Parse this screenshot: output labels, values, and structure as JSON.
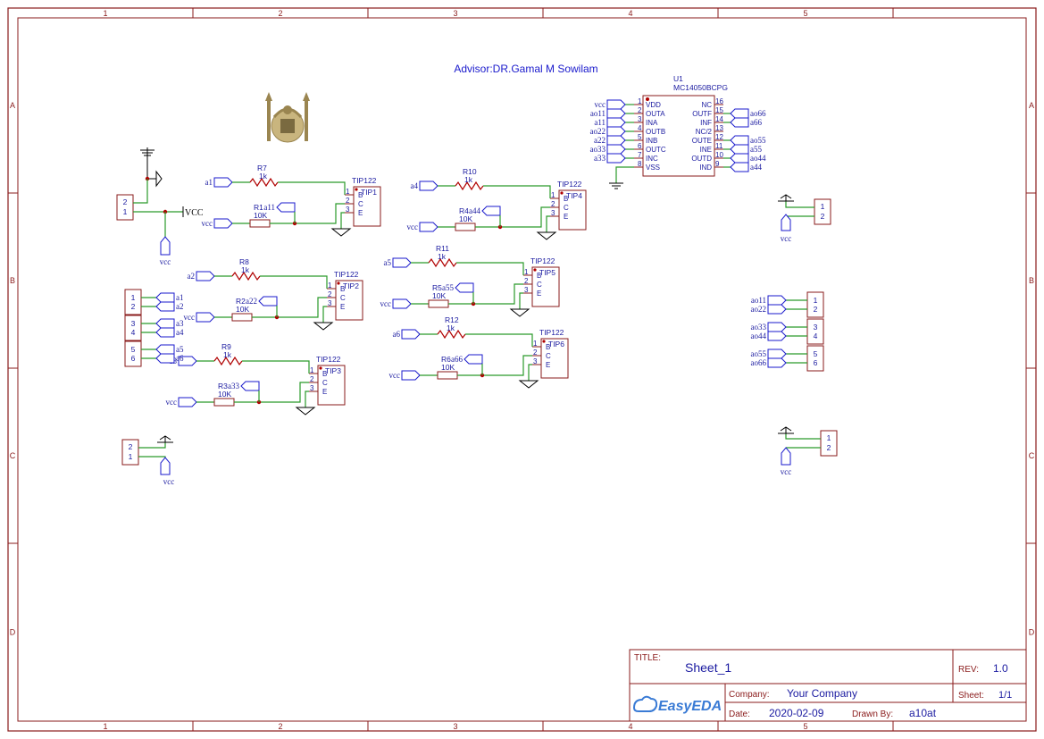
{
  "advisor": "Advisor:DR.Gamal M Sowilam",
  "zones": {
    "columns": [
      "1",
      "2",
      "3",
      "4",
      "5"
    ],
    "rows": [
      "A",
      "B",
      "C",
      "D"
    ]
  },
  "title_block": {
    "title_label": "TITLE:",
    "title_value": "Sheet_1",
    "rev_label": "REV:",
    "rev_value": "1.0",
    "company_label": "Company:",
    "company_value": "Your Company",
    "sheet_label": "Sheet:",
    "sheet_value": "1/1",
    "date_label": "Date:",
    "date_value": "2020-02-09",
    "drawn_label": "Drawn By:",
    "drawn_value": "a10at",
    "brand": "EasyEDA"
  },
  "ic": {
    "ref": "U1",
    "value": "MC14050BCPG",
    "left_pins": [
      {
        "num": "1",
        "name": "VDD",
        "net": "vcc"
      },
      {
        "num": "2",
        "name": "OUTA",
        "net": "ao11"
      },
      {
        "num": "3",
        "name": "INA",
        "net": "a11"
      },
      {
        "num": "4",
        "name": "OUTB",
        "net": "ao22"
      },
      {
        "num": "5",
        "name": "INB",
        "net": "a22"
      },
      {
        "num": "6",
        "name": "OUTC",
        "net": "ao33"
      },
      {
        "num": "7",
        "name": "INC",
        "net": "a33"
      },
      {
        "num": "8",
        "name": "VSS",
        "net": ""
      }
    ],
    "right_pins": [
      {
        "num": "16",
        "name": "NC",
        "net": ""
      },
      {
        "num": "15",
        "name": "OUTF",
        "net": "ao66"
      },
      {
        "num": "14",
        "name": "INF",
        "net": "a66"
      },
      {
        "num": "13",
        "name": "NC/2",
        "net": ""
      },
      {
        "num": "12",
        "name": "OUTE",
        "net": "ao55"
      },
      {
        "num": "11",
        "name": "INE",
        "net": "a55"
      },
      {
        "num": "10",
        "name": "OUTD",
        "net": "ao44"
      },
      {
        "num": "9",
        "name": "IND",
        "net": "a44"
      }
    ]
  },
  "transistors": [
    {
      "ref": "TIP122",
      "name": "TIP1",
      "pins": [
        "B",
        "C",
        "E"
      ],
      "r_base": {
        "ref": "R7",
        "val": "1k"
      },
      "r_pull": {
        "ref": "R1",
        "val": "10K"
      },
      "in_net": "a1",
      "ctrl_net": "a11",
      "vcc": "vcc"
    },
    {
      "ref": "TIP122",
      "name": "TIP2",
      "pins": [
        "B",
        "C",
        "E"
      ],
      "r_base": {
        "ref": "R8",
        "val": "1k"
      },
      "r_pull": {
        "ref": "R2",
        "val": "10K"
      },
      "in_net": "a2",
      "ctrl_net": "a22",
      "vcc": "vcc"
    },
    {
      "ref": "TIP122",
      "name": "TIP3",
      "pins": [
        "B",
        "C",
        "E"
      ],
      "r_base": {
        "ref": "R9",
        "val": "1k"
      },
      "r_pull": {
        "ref": "R3",
        "val": "10K"
      },
      "in_net": "a3",
      "ctrl_net": "a33",
      "vcc": "vcc"
    },
    {
      "ref": "TIP122",
      "name": "TIP4",
      "pins": [
        "B",
        "C",
        "E"
      ],
      "r_base": {
        "ref": "R10",
        "val": "1k"
      },
      "r_pull": {
        "ref": "R4",
        "val": "10K"
      },
      "in_net": "a4",
      "ctrl_net": "a44",
      "vcc": "vcc"
    },
    {
      "ref": "TIP122",
      "name": "TIP5",
      "pins": [
        "B",
        "C",
        "E"
      ],
      "r_base": {
        "ref": "R11",
        "val": "1k"
      },
      "r_pull": {
        "ref": "R5",
        "val": "10K"
      },
      "in_net": "a5",
      "ctrl_net": "a55",
      "vcc": "vcc"
    },
    {
      "ref": "TIP122",
      "name": "TIP6",
      "pins": [
        "B",
        "C",
        "E"
      ],
      "r_base": {
        "ref": "R12",
        "val": "1k"
      },
      "r_pull": {
        "ref": "R6",
        "val": "10K"
      },
      "in_net": "a6",
      "ctrl_net": "a66",
      "vcc": "vcc"
    }
  ],
  "power_connector": {
    "pins": [
      "2",
      "1"
    ],
    "label": "VCC"
  },
  "connectors_left": [
    {
      "pins": [
        "1",
        "2"
      ],
      "nets": [
        "a1",
        "a2"
      ]
    },
    {
      "pins": [
        "3",
        "4"
      ],
      "nets": [
        "a3",
        "a4"
      ]
    },
    {
      "pins": [
        "5",
        "6"
      ],
      "nets": [
        "a5",
        "a6"
      ]
    }
  ],
  "connectors_right": [
    {
      "pins": [
        "1",
        "2"
      ],
      "nets": [
        "ao11",
        "ao22"
      ]
    },
    {
      "pins": [
        "3",
        "4"
      ],
      "nets": [
        "ao33",
        "ao44"
      ]
    },
    {
      "pins": [
        "5",
        "6"
      ],
      "nets": [
        "ao55",
        "ao66"
      ]
    }
  ],
  "aux_connectors": [
    {
      "pins": [
        "2",
        "1"
      ],
      "net": "vcc"
    },
    {
      "pins": [
        "1",
        "2"
      ],
      "net": "vcc"
    },
    {
      "pins": [
        "1",
        "2"
      ],
      "net": "vcc"
    }
  ],
  "colors": {
    "frame": "#8a1b1b",
    "wire": "#2a9a2a",
    "label": "#1a1aa0",
    "junction": "#b00000"
  }
}
